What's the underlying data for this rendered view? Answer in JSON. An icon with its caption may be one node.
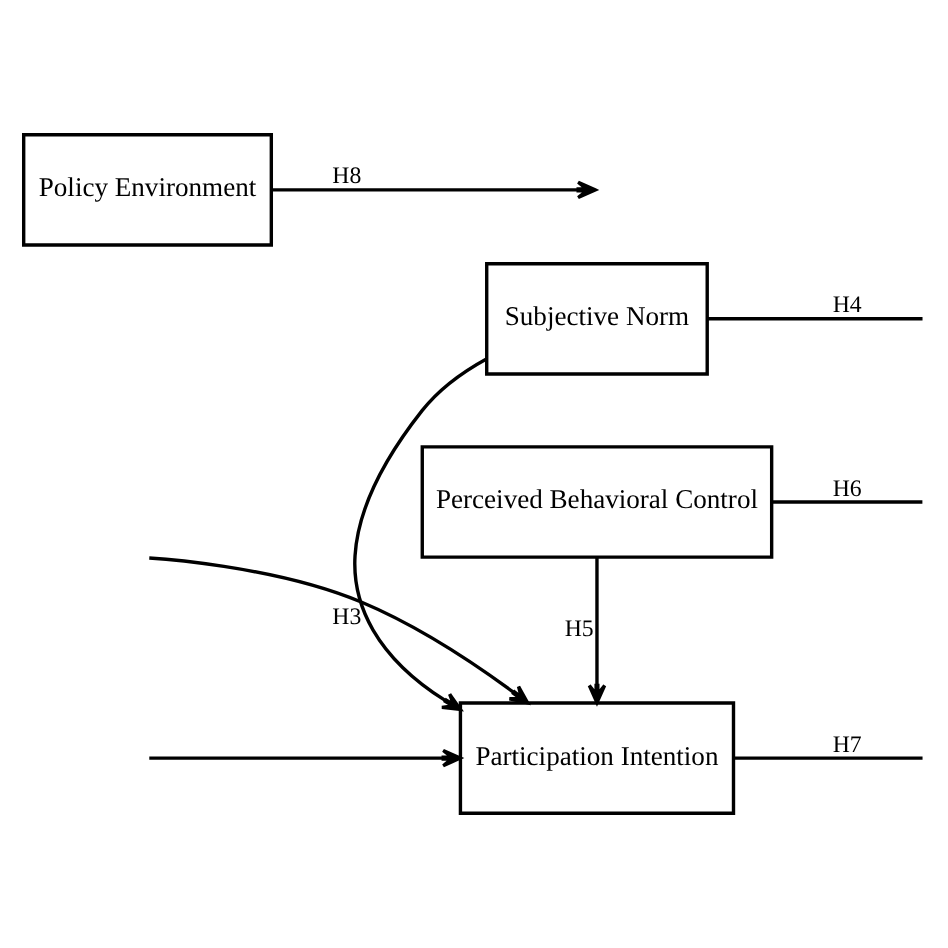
{
  "diagram": {
    "nodes": [
      {
        "text": [
          "Subjective Norm"
        ]
      },
      {
        "text": [
          "Policy Environment"
        ]
      },
      {
        "text": [
          "Participation Intention"
        ]
      },
      {
        "text": [
          "Perceived Behavioral Control"
        ]
      }
    ],
    "edges": [
      {
        "from": null,
        "to": 2,
        "arrow": "to"
      },
      {
        "from": null,
        "to": 2,
        "arrow": "to"
      },
      {
        "from": 0,
        "to": 2,
        "arrow": "to",
        "label": "H3"
      },
      {
        "from": 0,
        "to": null,
        "arrow": "none",
        "label": "H4"
      },
      {
        "from": 1,
        "to": null,
        "arrow": "to",
        "label": "H8"
      },
      {
        "from": 2,
        "to": null,
        "arrow": "none",
        "label": "H7"
      },
      {
        "from": 3,
        "to": 2,
        "arrow": "to",
        "label": "H5"
      },
      {
        "from": 3,
        "to": null,
        "arrow": "none",
        "label": "H6"
      }
    ]
  }
}
